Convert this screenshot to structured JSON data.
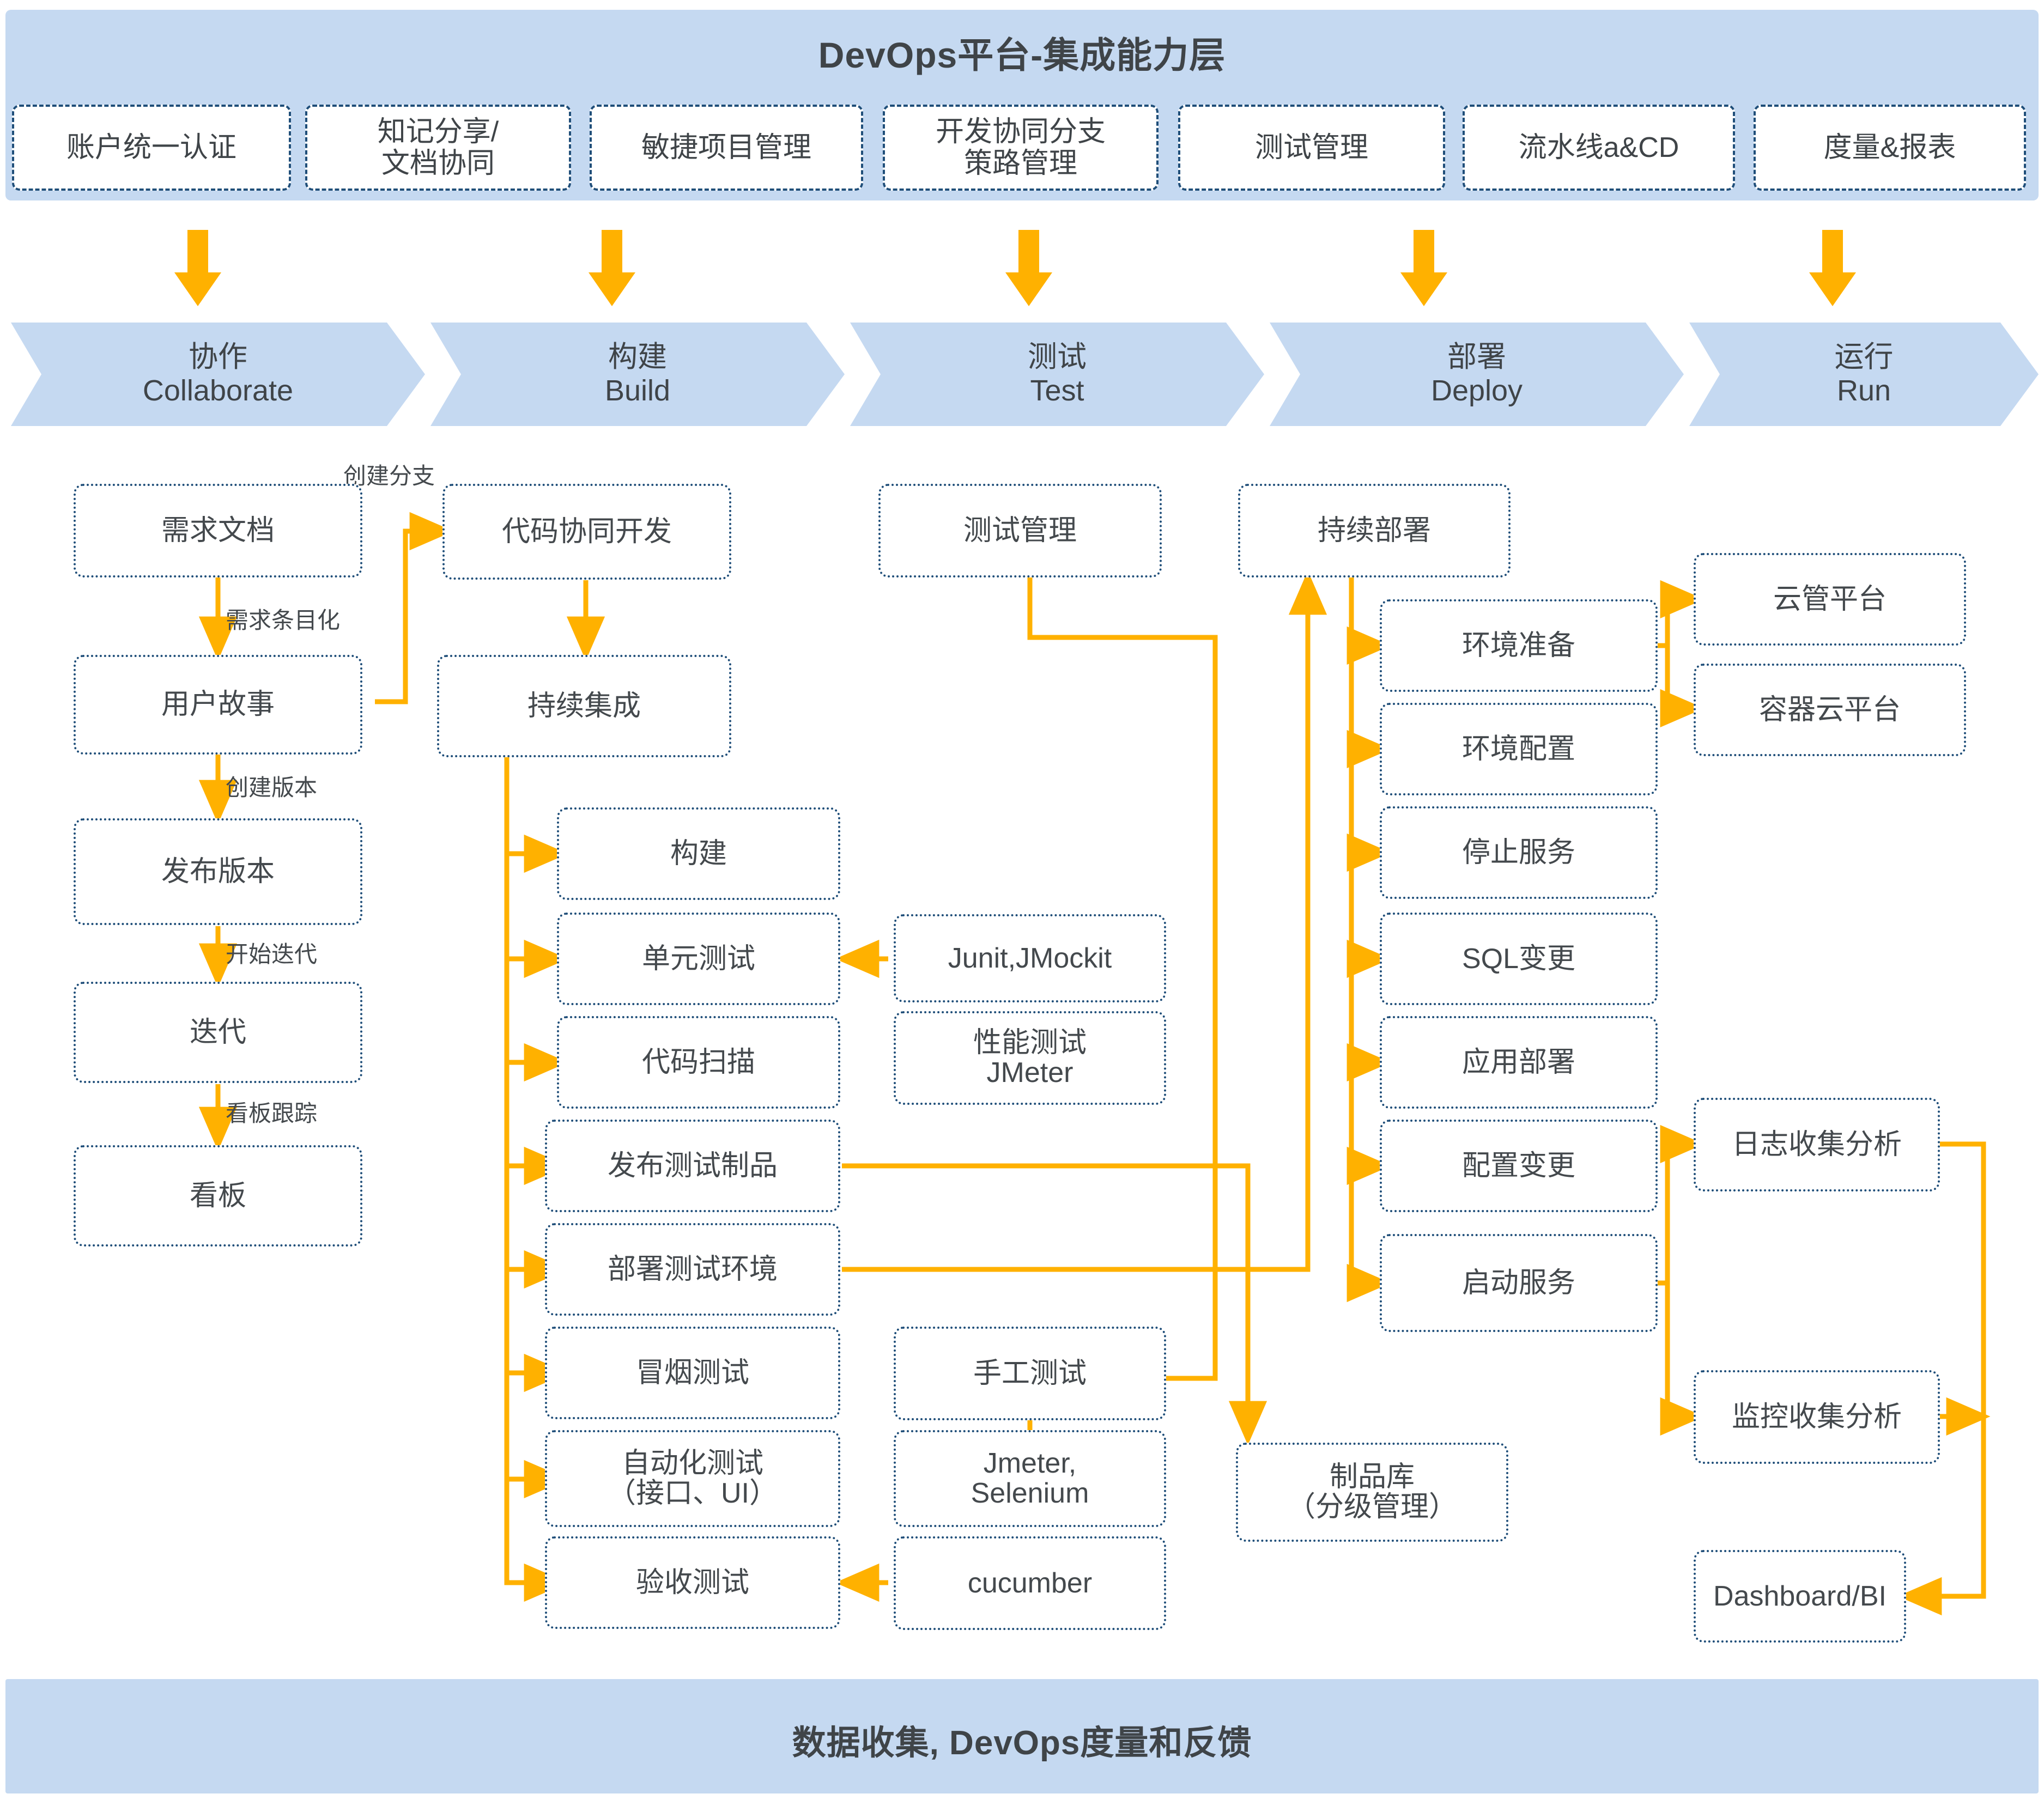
{
  "top_banner": {
    "title": "DevOps平台-集成能力层",
    "capabilities": [
      {
        "label": "账户统一认证"
      },
      {
        "label": "知记分享/\n文档协同"
      },
      {
        "label": "敏捷项目管理"
      },
      {
        "label": "开发协同分支\n策路管理"
      },
      {
        "label": "测试管理"
      },
      {
        "label": "流水线a&CD"
      },
      {
        "label": "度量&报表"
      }
    ]
  },
  "phases": [
    {
      "cn": "协作",
      "en": "Collaborate"
    },
    {
      "cn": "构建",
      "en": "Build"
    },
    {
      "cn": "测试",
      "en": "Test"
    },
    {
      "cn": "部署",
      "en": "Deploy"
    },
    {
      "cn": "运行",
      "en": "Run"
    }
  ],
  "nodes": {
    "requirement_doc": "需求文档",
    "user_story": "用户故事",
    "release_version": "发布版本",
    "iteration": "迭代",
    "kanban": "看板",
    "code_collab_dev": "代码协同开发",
    "continuous_integration": "持续集成",
    "build": "构建",
    "unit_test": "单元测试",
    "code_scan": "代码扫描",
    "publish_test_artifact": "发布测试制品",
    "deploy_test_env": "部署测试环境",
    "smoke_test": "冒烟测试",
    "automation_test": "自动化测试\n（接口、UI）",
    "acceptance_test": "验收测试",
    "test_management": "测试管理",
    "junit_jmockit": "Junit,JMockit",
    "perf_test_jmeter": "性能测试\nJMeter",
    "manual_test": "手工测试",
    "jmeter_selenium": "Jmeter,\nSelenium",
    "cucumber": "cucumber",
    "artifact_repo": "制品库\n（分级管理）",
    "continuous_deploy": "持续部署",
    "env_prepare": "环境准备",
    "env_config": "环境配置",
    "stop_service": "停止服务",
    "sql_change": "SQL变更",
    "app_deploy": "应用部署",
    "config_change": "配置变更",
    "start_service": "启动服务",
    "cloud_mgmt_platform": "云管平台",
    "container_cloud_platform": "容器云平台",
    "log_collect_analysis": "日志收集分析",
    "monitor_collect_analysis": "监控收集分析",
    "dashboard_bi": "Dashboard/BI"
  },
  "edge_labels": {
    "create_branch": "创建分支",
    "requirement_itemize": "需求条目化",
    "create_version": "创建版本",
    "start_iteration": "开始迭代",
    "kanban_track": "看板跟踪"
  },
  "bottom_banner": {
    "title": "数据收集, DevOps度量和反馈"
  },
  "colors": {
    "banner": "#c5d9f1",
    "node_border": "#1f4e79",
    "connector": "#ffb100",
    "text": "#44494d"
  }
}
